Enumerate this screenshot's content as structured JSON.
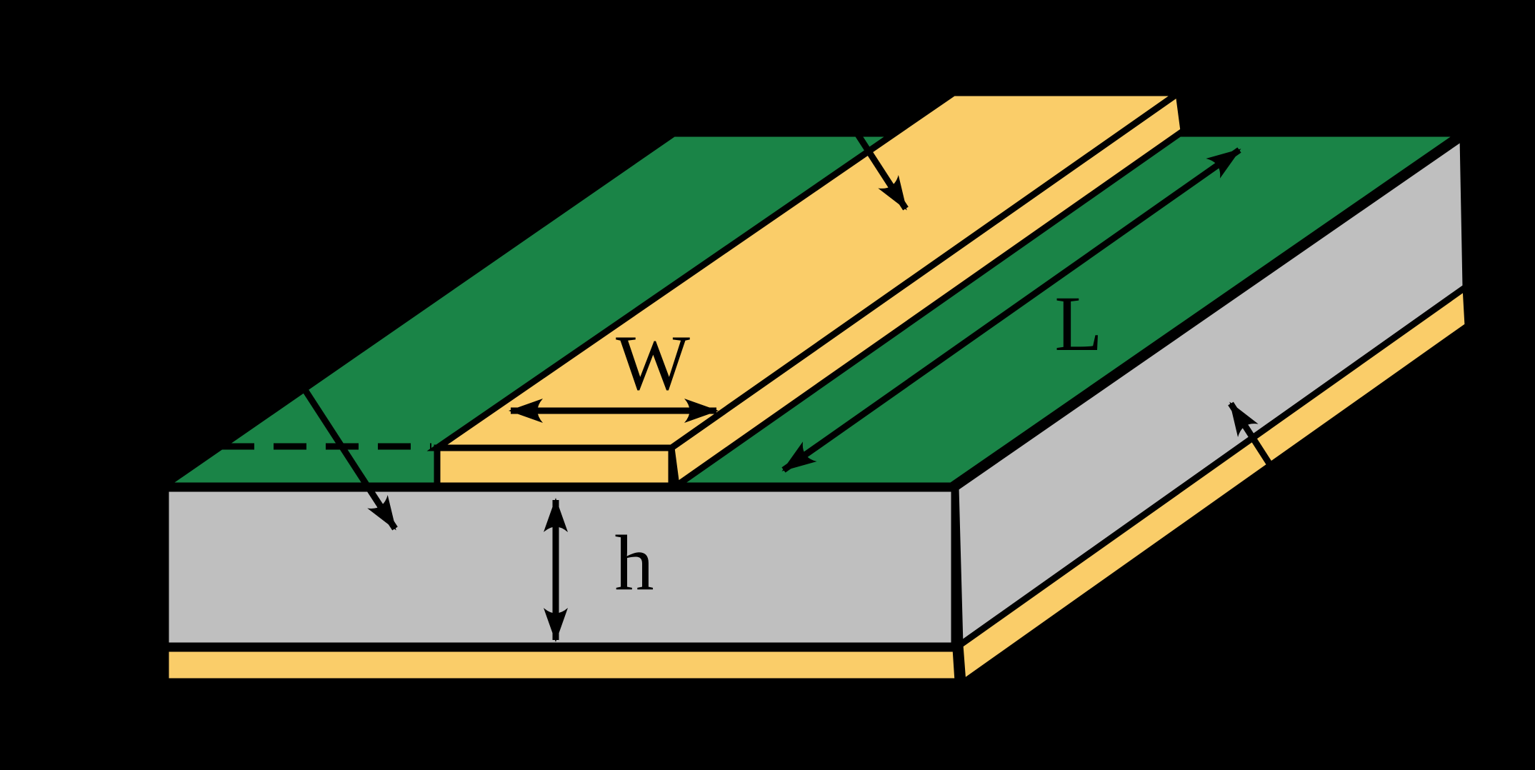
{
  "figure": {
    "background": "#000000",
    "colors": {
      "board_green": "#1A8447",
      "conductor_yellow": "#FACD69",
      "substrate_gray": "#BFBFBF",
      "outline": "#000000"
    },
    "dimensions": {
      "strip_width_label": "W",
      "line_length_label": "L",
      "substrate_height_label": "h"
    }
  }
}
